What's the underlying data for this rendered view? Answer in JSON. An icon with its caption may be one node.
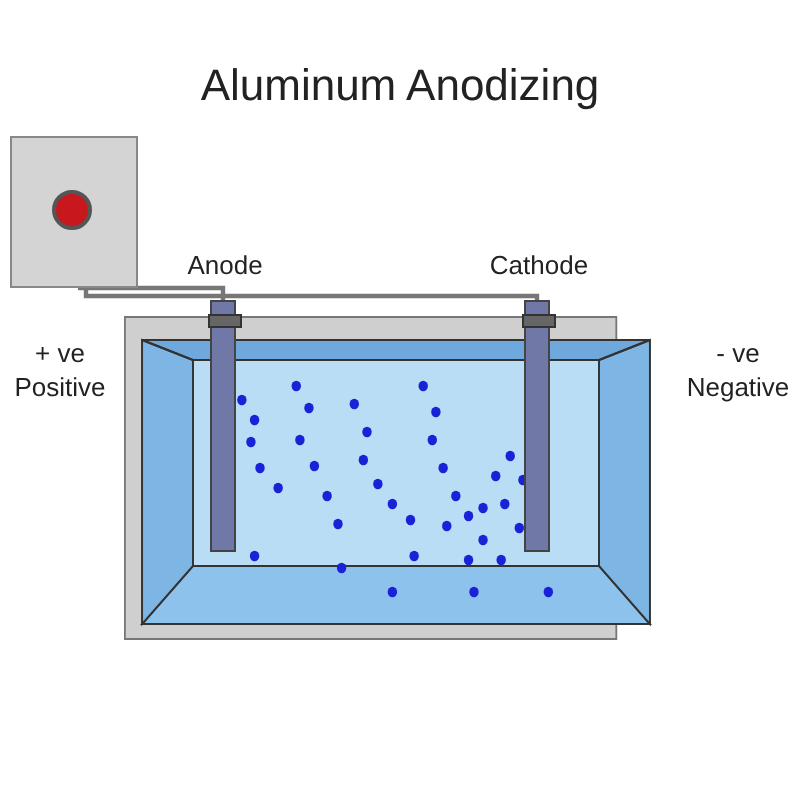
{
  "diagram": {
    "title": "Aluminum Anodizing",
    "nodes": [
      {
        "text": [],
        "shape": "box"
      },
      {
        "text": [
          "Anode"
        ]
      },
      {
        "text": [
          "Cathode"
        ]
      },
      {
        "text": [],
        "shape": "box"
      }
    ],
    "edges": [
      {
        "from": 0,
        "to": 1,
        "arrow": "none"
      },
      {
        "from": 0,
        "to": 2,
        "arrow": "none"
      }
    ],
    "labels": [
      "+ ve Positive",
      "- ve Negative"
    ]
  }
}
